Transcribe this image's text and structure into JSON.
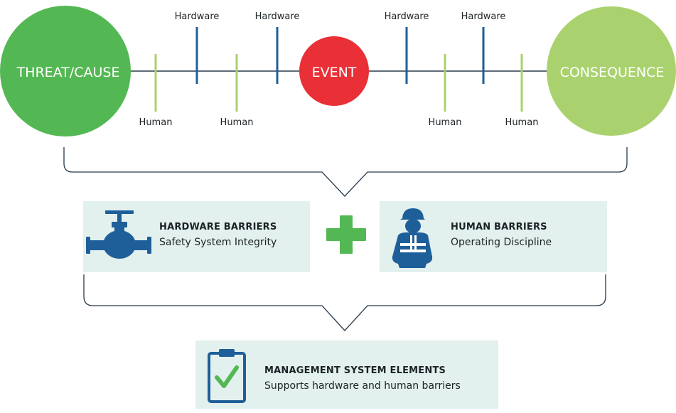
{
  "nodes": {
    "threat": {
      "label": "THREAT/CAUSE",
      "color": "#53b853"
    },
    "event": {
      "label": "EVENT",
      "color": "#e93037"
    },
    "consequence": {
      "label": "CONSEQUENCE",
      "color": "#a9d26e"
    }
  },
  "timeline": {
    "line_color": "#2a3a4a",
    "hardware_color": "#1f5f99",
    "human_color": "#a9d26e",
    "barriers": [
      {
        "type": "human",
        "label": "Human"
      },
      {
        "type": "hardware",
        "label": "Hardware"
      },
      {
        "type": "human",
        "label": "Human"
      },
      {
        "type": "hardware",
        "label": "Hardware"
      },
      {
        "type": "hardware",
        "label": "Hardware"
      },
      {
        "type": "human",
        "label": "Human"
      },
      {
        "type": "hardware",
        "label": "Hardware"
      },
      {
        "type": "human",
        "label": "Human"
      }
    ]
  },
  "boxes": {
    "hardware": {
      "title": "HARDWARE BARRIERS",
      "subtitle": "Safety System Integrity",
      "icon": "valve-icon"
    },
    "human": {
      "title": "HUMAN BARRIERS",
      "subtitle": "Operating Discipline",
      "icon": "worker-icon"
    },
    "management": {
      "title": "MANAGEMENT SYSTEM ELEMENTS",
      "subtitle": "Supports hardware and human barriers",
      "icon": "clipboard-check-icon"
    }
  },
  "plus": {
    "color": "#53b853"
  },
  "icon_color": "#1f5f99"
}
